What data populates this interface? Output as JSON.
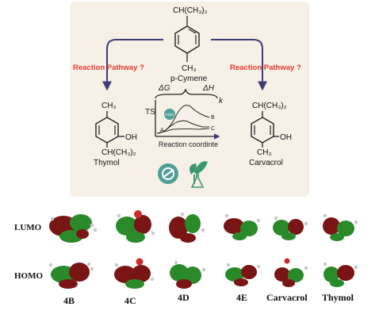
{
  "scheme": {
    "center_substituent": "CH(CH₃)₂",
    "center_ch3": "CH₃",
    "center_name": "p-Cymene",
    "left_pathway": "Reaction Pathway ?",
    "right_pathway": "Reaction Pathway ?",
    "left_top": "CH₃",
    "left_oh": "OH",
    "left_bottom": "CH(CH₃)₂",
    "left_name": "Thymol",
    "right_top": "CH(CH₃)₂",
    "right_oh": "OH",
    "right_bottom": "CH₃",
    "right_name": "Carvacrol",
    "delta_g": "ΔG",
    "delta_h": "ΔH",
    "k_label": "k",
    "ts_label": "TS",
    "catalyst_label": "Pd(II)",
    "curve_a": "A",
    "curve_b": "B",
    "curve_c": "C",
    "x_axis": "Reaction coordinte"
  },
  "orbitals": {
    "row_lumo": "LUMO",
    "row_homo": "HOMO",
    "labels": [
      "4B",
      "4C",
      "4D",
      "4E",
      "Carvacrol",
      "Thymol"
    ]
  },
  "colors": {
    "arrow": "#3f3c78",
    "pathway": "#e23b30",
    "lobe_red": "#7a1515",
    "lobe_green": "#2a8a2a",
    "teal": "#4f9f98"
  }
}
